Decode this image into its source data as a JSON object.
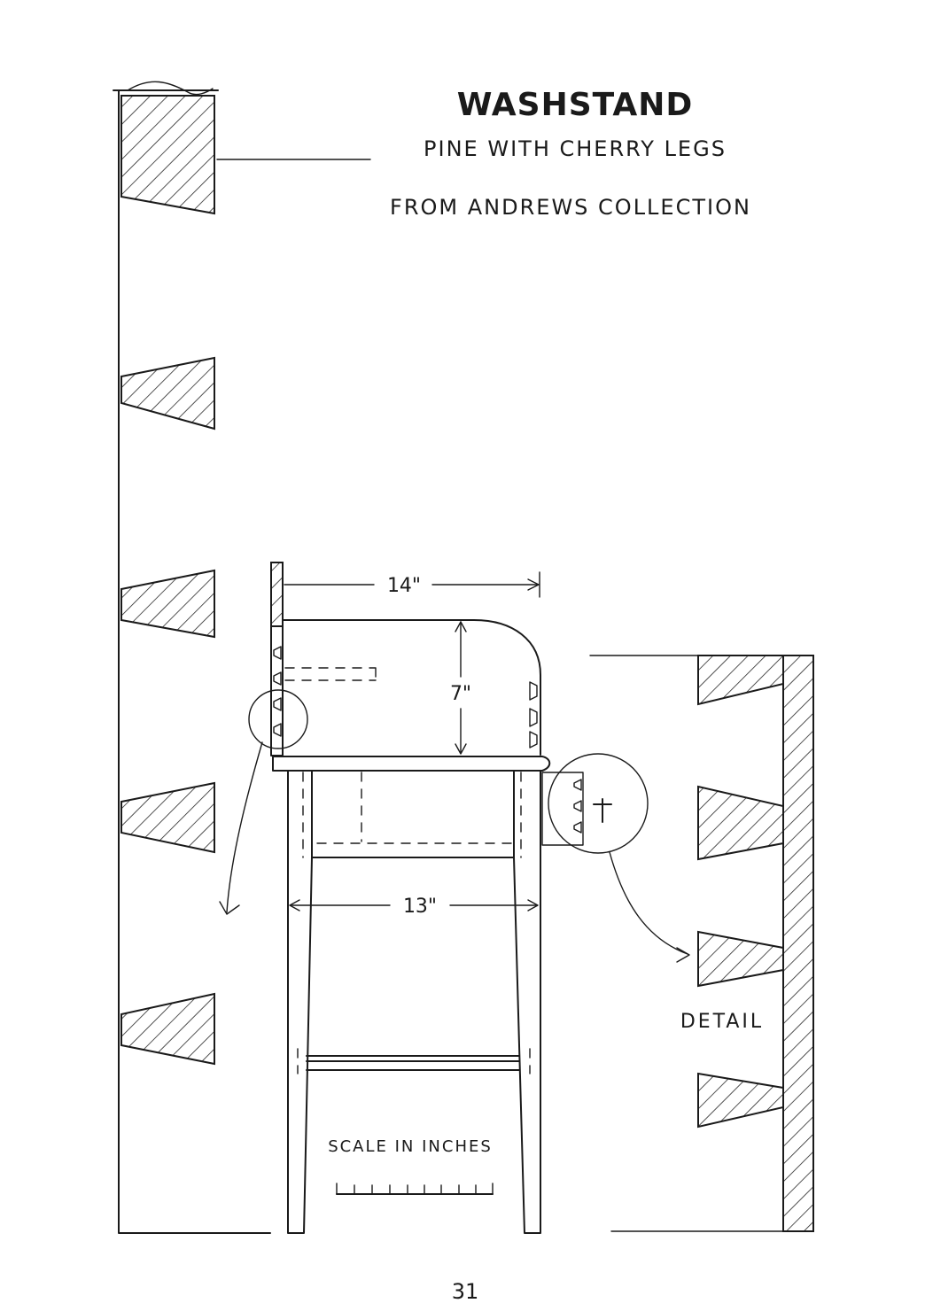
{
  "title": "WASHSTAND",
  "subtitle": "PINE WITH CHERRY LEGS",
  "source_line": "FROM ANDREWS COLLECTION",
  "dimensions": {
    "top_width": "14\"",
    "backsplash_height": "7\"",
    "leg_spread": "13\""
  },
  "detail_label": "DETAIL",
  "scale_label": "SCALE IN INCHES",
  "page_number": "31"
}
